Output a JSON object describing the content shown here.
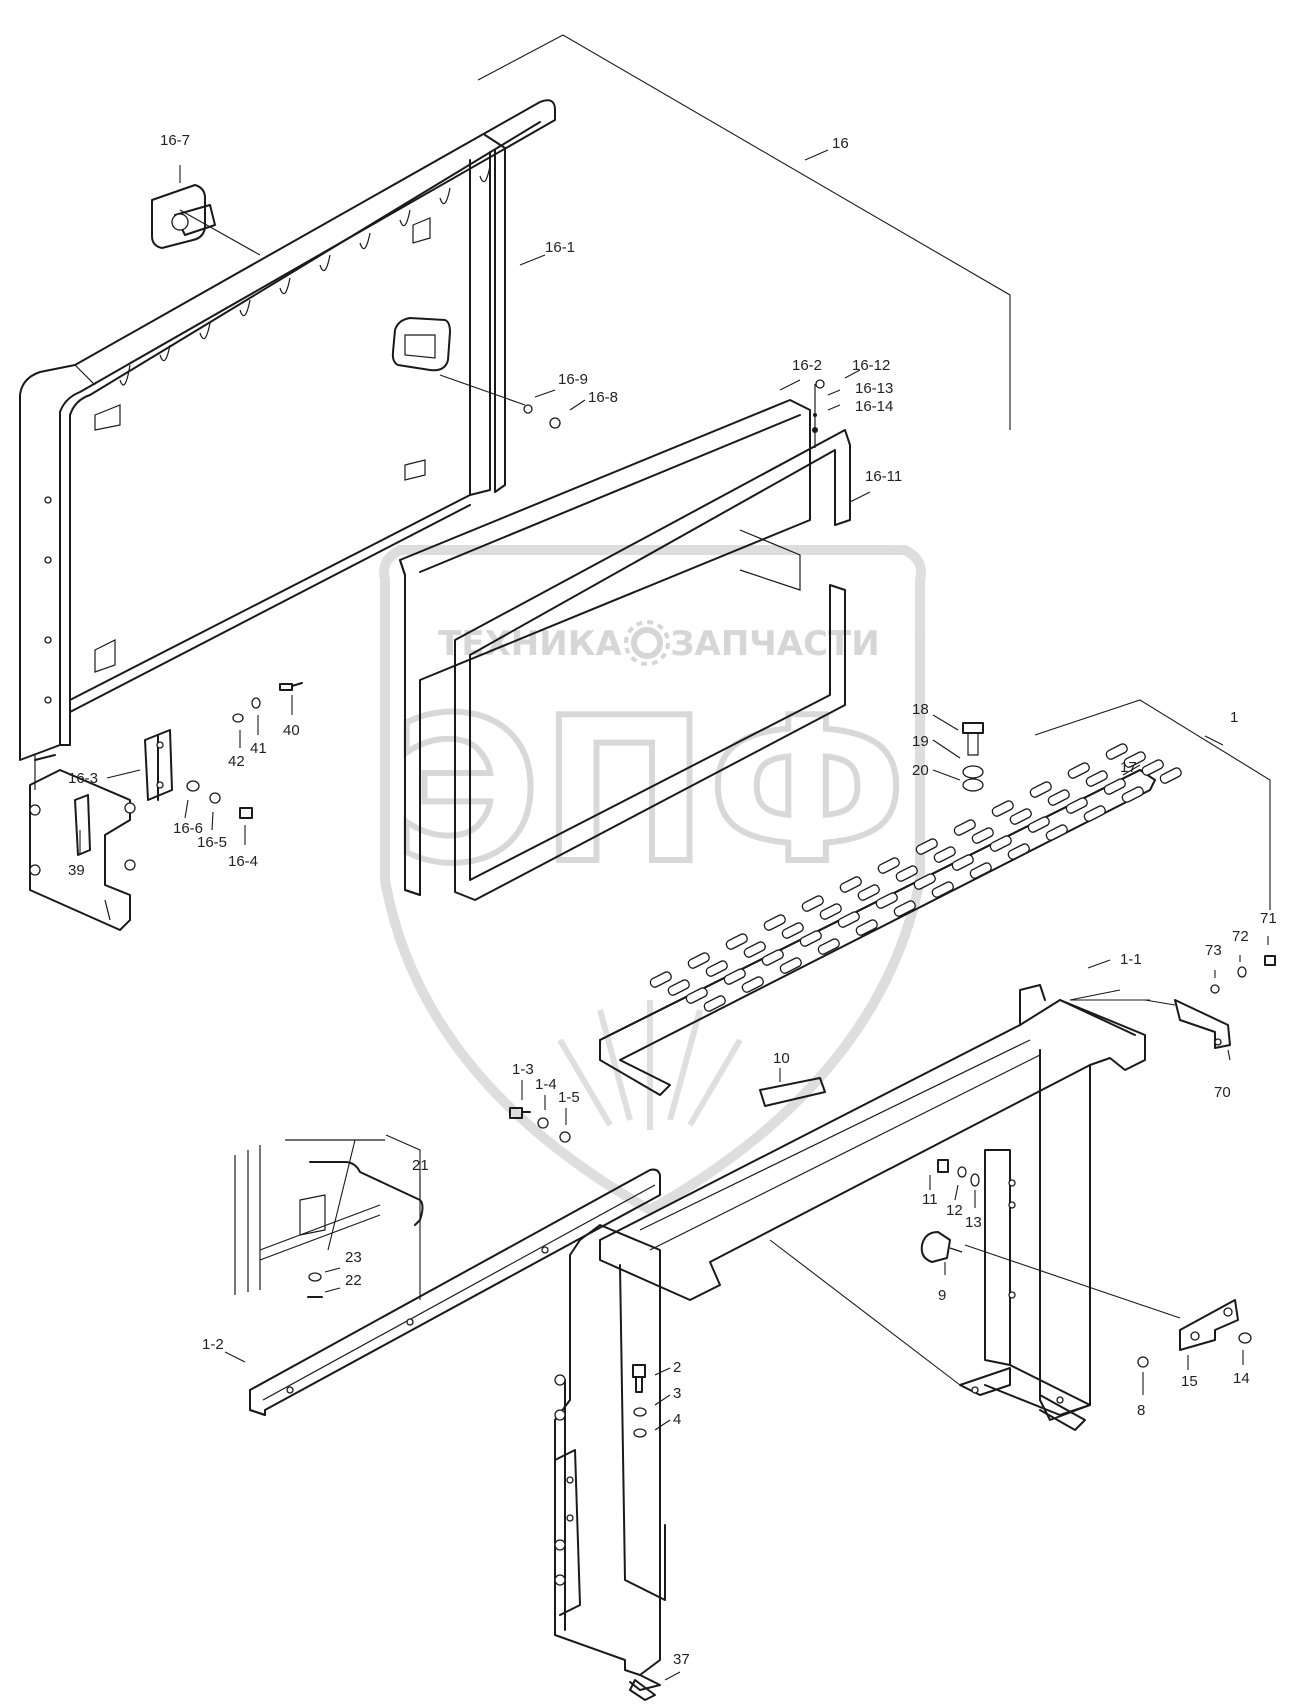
{
  "watermark": {
    "text_left": "ТЕХНИКА",
    "text_right": "ЗАПЧАСТИ",
    "logo": "ЭПФ",
    "icon": "gear-icon",
    "color": "#d6d6d6"
  },
  "callouts": {
    "c16": "16",
    "c16_7": "16-7",
    "c16_1": "16-1",
    "c16_9": "16-9",
    "c16_8": "16-8",
    "c16_2": "16-2",
    "c16_12": "16-12",
    "c16_13": "16-13",
    "c16_14": "16-14",
    "c16_11": "16-11",
    "c16_3": "16-3",
    "c16_6": "16-6",
    "c16_5": "16-5",
    "c16_4": "16-4",
    "c42": "42",
    "c41": "41",
    "c40": "40",
    "c39": "39",
    "c18": "18",
    "c19": "19",
    "c20": "20",
    "c17": "17",
    "c1": "1",
    "c71": "71",
    "c72": "72",
    "c73": "73",
    "c1_1": "1-1",
    "c70": "70",
    "c10": "10",
    "c1_3": "1-3",
    "c1_4": "1-4",
    "c1_5": "1-5",
    "c21": "21",
    "c23": "23",
    "c22": "22",
    "c1_2": "1-2",
    "c11": "11",
    "c12": "12",
    "c13": "13",
    "c9": "9",
    "c2": "2",
    "c3": "3",
    "c4": "4",
    "c15": "15",
    "c14": "14",
    "c8": "8",
    "c37": "37"
  }
}
